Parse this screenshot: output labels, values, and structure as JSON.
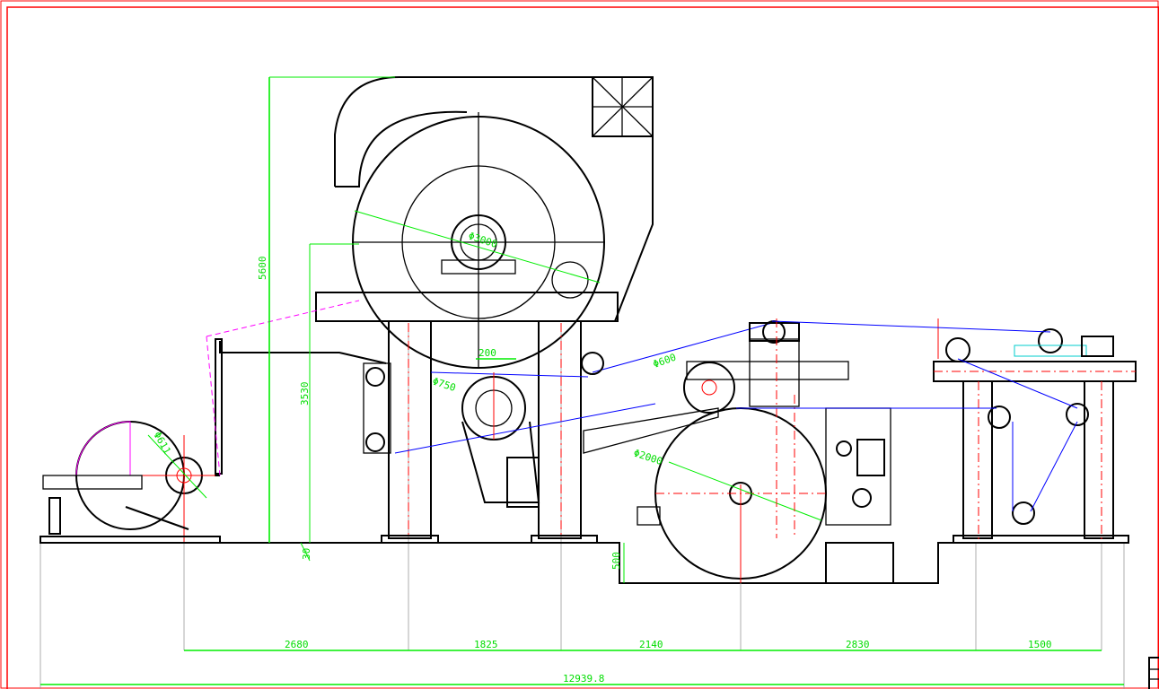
{
  "drawing": {
    "type": "tissue paper machine general arrangement (side elevation)",
    "colors": {
      "outline": "#000000",
      "centerline": "#ff0000",
      "dimension": "#00ee00",
      "felt": "#0000ff",
      "phantom": "#ff00ff",
      "border": "#ff0000"
    }
  },
  "dimensions": {
    "total_height": "5600",
    "frame_height": "3530",
    "base_offset": "30",
    "pit_depth": "500",
    "dryer_diameter": "Φ3000",
    "press_roll_diameter": "Φ750",
    "press_offset": "200",
    "guide_roll_diameter": "Φ600",
    "yankee2_diameter": "Φ2000",
    "unwind_diameter": "Φ611",
    "spans": [
      "2680",
      "1825",
      "2140",
      "2830",
      "1500"
    ],
    "overall_length": "12939.8"
  }
}
